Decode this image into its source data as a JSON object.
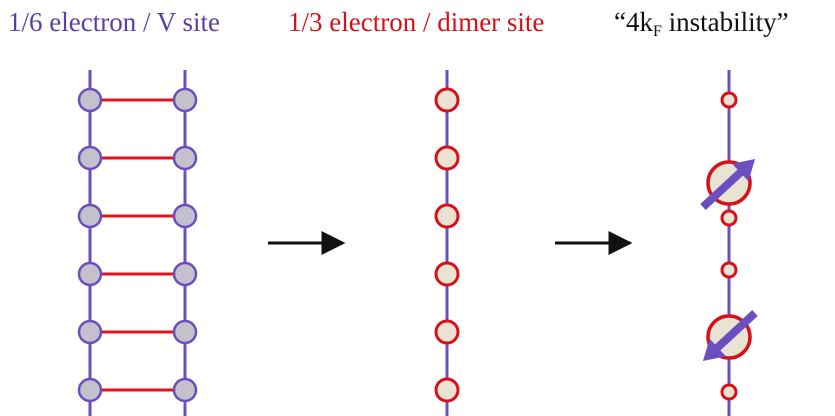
{
  "captions": {
    "ladder": "1/6 electron / V site",
    "dimer": "1/3 electron / dimer site",
    "instability_open": "“4k",
    "instability_sub": "F",
    "instability_close": " instability”"
  },
  "colors": {
    "chain": "#6b4fc0",
    "rung": "#e0141c",
    "site_fill": "#c5c1cc",
    "dimer_fill": "#e9e3d4",
    "dimer_stroke": "#d81018",
    "spin_arrow": "#6b4fc0",
    "arrow": "#111111"
  },
  "diagram": {
    "ladder_rungs": 6,
    "dimer_sites": 6,
    "instability_sites": [
      "small",
      "large-up",
      "small",
      "small",
      "large-down",
      "small"
    ]
  }
}
